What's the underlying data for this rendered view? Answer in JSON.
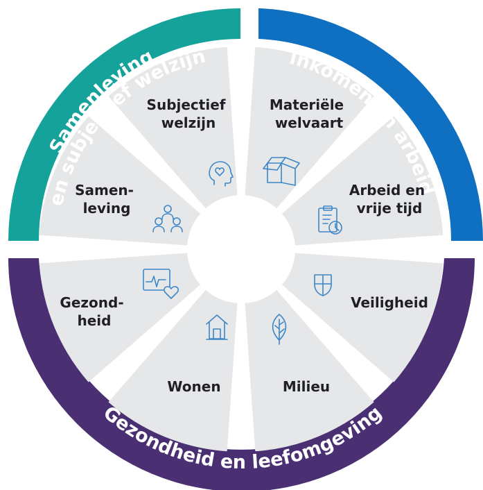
{
  "colors": {
    "teal": "#15a29a",
    "blue": "#0f6fc0",
    "purple": "#4a2f73",
    "segment_fill": "#e6e7e8",
    "icon_stroke": "#3b86c8",
    "label_text": "#1f1f28"
  },
  "rings": {
    "top_left": "Samenleving",
    "top_left_line2": "en subjectief welzijn",
    "top_right": "Inkomen en arbeid",
    "bottom": "Gezondheid en leefomgeving"
  },
  "segments": [
    {
      "lines": [
        "Subjectief",
        "welzijn"
      ],
      "icon": "head-heart-icon"
    },
    {
      "lines": [
        "Materiële",
        "welvaart"
      ],
      "icon": "box-icon"
    },
    {
      "lines": [
        "Arbeid en",
        "vrije tijd"
      ],
      "icon": "clipboard-clock-icon"
    },
    {
      "lines": [
        "Veiligheid"
      ],
      "icon": "shield-icon"
    },
    {
      "lines": [
        "Milieu"
      ],
      "icon": "leaf-icon"
    },
    {
      "lines": [
        "Wonen"
      ],
      "icon": "house-icon"
    },
    {
      "lines": [
        "Gezond-",
        "heid"
      ],
      "icon": "monitor-heart-icon"
    },
    {
      "lines": [
        "Samen-",
        "leving"
      ],
      "icon": "people-group-icon"
    }
  ]
}
